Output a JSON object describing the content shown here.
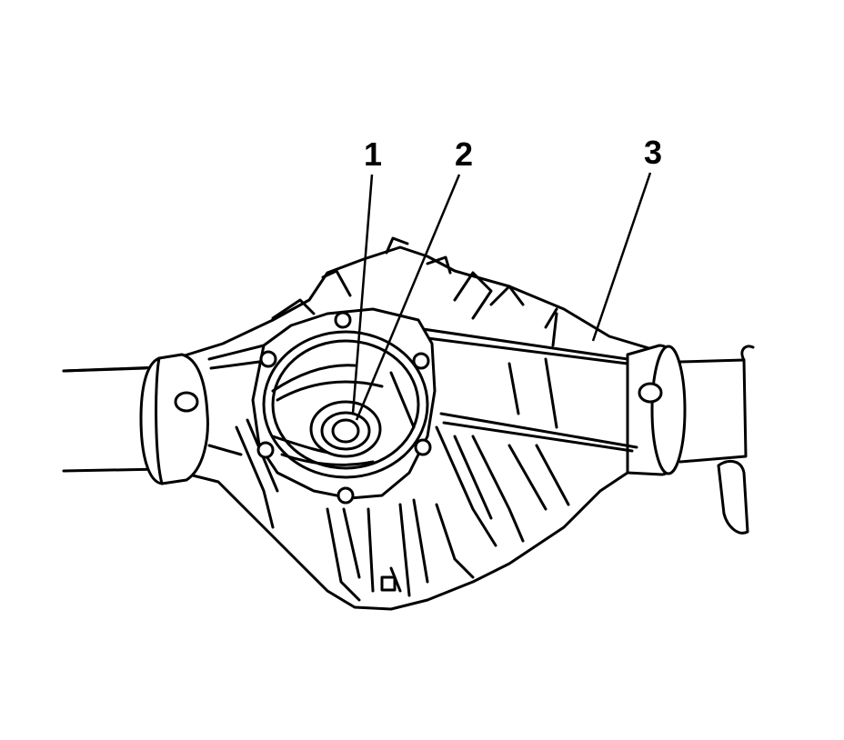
{
  "figure": {
    "background": "#ffffff",
    "line_color": "#000000",
    "fill_color": "#ffffff",
    "callouts": [
      {
        "id": "1",
        "label": "1"
      },
      {
        "id": "2",
        "label": "2"
      },
      {
        "id": "3",
        "label": "3"
      }
    ]
  }
}
